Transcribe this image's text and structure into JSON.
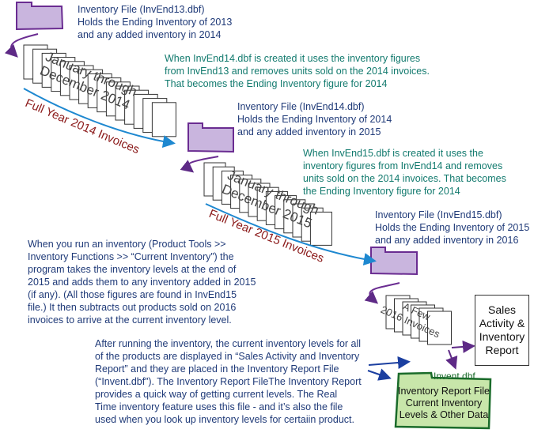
{
  "file2013": {
    "lines": [
      "Inventory File (InvEnd13.dbf)",
      "Holds the Ending Inventory of 2013",
      "and any added inventory in 2014"
    ]
  },
  "stack2014": {
    "label_lines": [
      "January through",
      "December 2014"
    ],
    "arrow_label": "Full Year 2014 Invoices"
  },
  "note2014": {
    "lines": [
      "When InvEnd14.dbf is created it uses the inventory figures",
      "from InvEnd13 and removes units sold on the 2014 invoices.",
      "That becomes the Ending Inventory figure for 2014"
    ]
  },
  "file2014": {
    "lines": [
      "Inventory File (InvEnd14.dbf)",
      "Holds the Ending Inventory of 2014",
      "and any added inventory in 2015"
    ]
  },
  "note2015": {
    "lines": [
      "When InvEnd15.dbf is created it uses the",
      "inventory figures from InvEnd14 and removes",
      "units sold on the 2014 invoices. That becomes",
      "the Ending Inventory figure for 2014"
    ]
  },
  "stack2015": {
    "label_lines": [
      "January through",
      "December 2015"
    ],
    "arrow_label": "Full Year 2015 Invoices"
  },
  "file2015": {
    "lines": [
      "Inventory File (InvEnd15.dbf)",
      "Holds the Ending Inventory of 2015",
      "and any added inventory in 2016"
    ]
  },
  "explain": {
    "lines": [
      "When you run an inventory (Product Tools >>",
      "Inventory Functions >> “Current Inventory”) the",
      "program takes the inventory levels at the end of",
      "2015 and adds them to any inventory added in 2015",
      "(if any).  (All those figures are found in InvEnd15",
      "file.)  It then subtracts out products sold on 2016",
      "invoices to arrive at the current inventory level."
    ]
  },
  "stack2016": {
    "label_lines": [
      "A Few",
      "2016 Invoices"
    ]
  },
  "report": {
    "lines": [
      "Sales",
      "Activity &",
      "Inventory",
      "Report"
    ]
  },
  "invent": {
    "filename": "Invent.dbf",
    "lines": [
      "Inventory Report File",
      "Current Inventory",
      "Levels & Other Data"
    ]
  },
  "after": {
    "lines": [
      "After running the inventory, the current inventory levels for all",
      "of the products are displayed in “Sales Activity and Inventory",
      "Report” and they are placed in the Inventory Report File",
      "(“Invent.dbf”).  The Inventory Report FileThe Inventory Report",
      "provides a quick way of getting current levels.  The Real",
      "Time inventory feature uses this file - and it’s also the file",
      "used when you look up inventory levels for certaiin product."
    ]
  },
  "colors": {
    "folder_fill": "#c9b5de",
    "folder_stroke": "#6a2c91",
    "arrow_blue": "#1e88d0",
    "green_fill": "#c8e6aa",
    "green_stroke": "#1a6b2a"
  }
}
